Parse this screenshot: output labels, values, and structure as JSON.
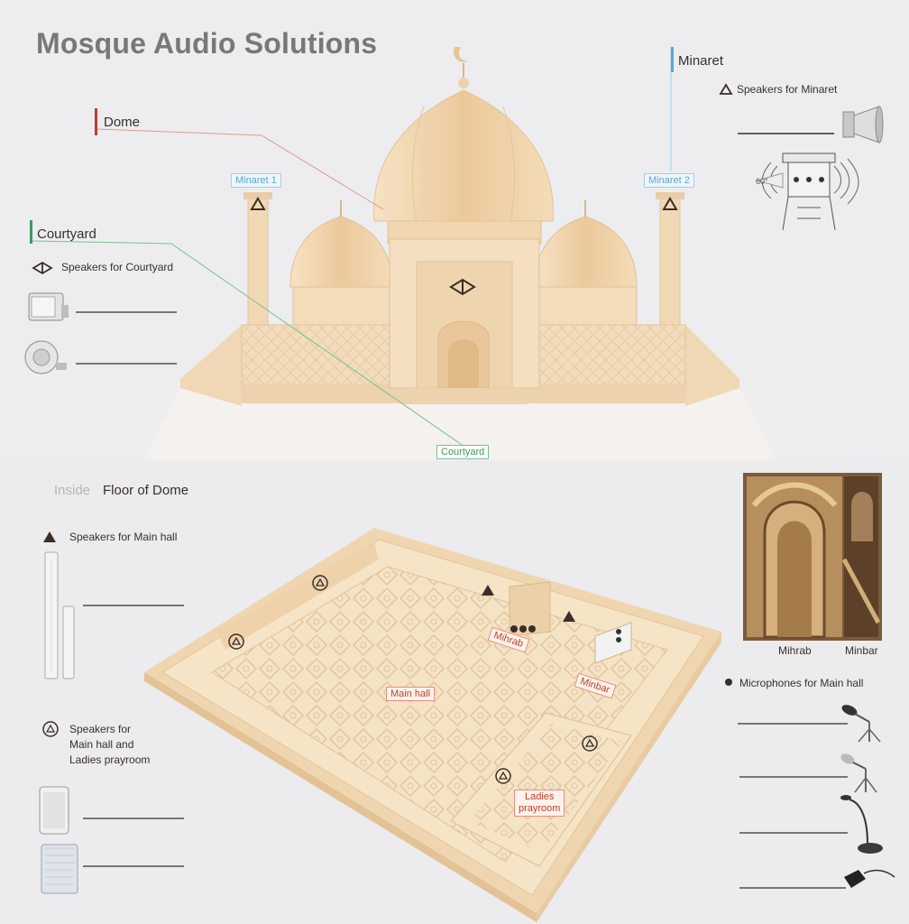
{
  "title": "Mosque Audio Solutions",
  "dome": {
    "label": "Dome"
  },
  "minaret": {
    "label": "Minaret",
    "speakers_label": "Speakers for Minaret",
    "tag1": "Minaret 1",
    "tag2": "Minaret 2",
    "angle": "60°"
  },
  "courtyard": {
    "label": "Courtyard",
    "speakers_label": "Speakers for Courtyard",
    "tag": "Courtyard"
  },
  "inside": {
    "prefix": "Inside",
    "label": "Floor of Dome",
    "main_hall_speakers": "Speakers for Main hall",
    "shared_speakers_line1": "Speakers for",
    "shared_speakers_line2": "Main hall and",
    "shared_speakers_line3": "Ladies prayroom",
    "microphones_label": "Microphones for Main hall"
  },
  "floor_tags": {
    "mihrab": "Mihrab",
    "minbar": "Minbar",
    "main_hall": "Main hall",
    "ladies_line1": "Ladies",
    "ladies_line2": "prayroom"
  },
  "photo": {
    "caption_left": "Mihrab",
    "caption_right": "Minbar"
  },
  "colors": {
    "accent_red": "#c33b2e",
    "accent_green": "#3f9a5c",
    "accent_blue": "#5aa7cf",
    "sand": "#f3dfc0"
  }
}
